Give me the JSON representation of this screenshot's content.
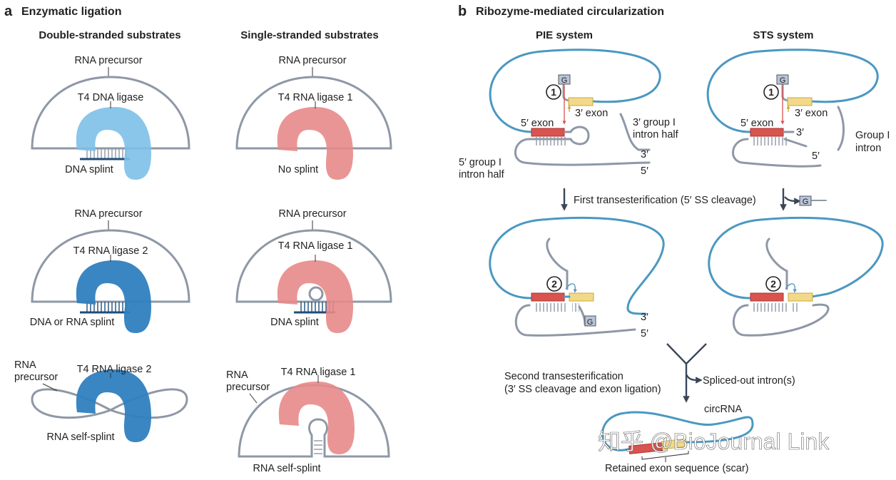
{
  "panel_a": {
    "letter": "a",
    "title": "Enzymatic ligation",
    "col_left": "Double-stranded substrates",
    "col_right": "Single-stranded substrates",
    "a1": {
      "precursor": "RNA precursor",
      "enzyme": "T4 DNA ligase",
      "splint": "DNA splint"
    },
    "a2": {
      "precursor": "RNA precursor",
      "enzyme": "T4 RNA ligase 1",
      "splint": "No splint"
    },
    "a3": {
      "precursor": "RNA precursor",
      "enzyme": "T4 RNA ligase 2",
      "splint": "DNA or RNA splint"
    },
    "a4": {
      "precursor": "RNA precursor",
      "enzyme": "T4 RNA ligase 1",
      "splint": "DNA splint"
    },
    "a5": {
      "precursor_line1": "RNA",
      "precursor_line2": "precursor",
      "enzyme": "T4 RNA ligase 2",
      "splint": "RNA self-splint"
    },
    "a6": {
      "precursor_line1": "RNA",
      "precursor_line2": "precursor",
      "enzyme": "T4 RNA ligase 1",
      "splint": "RNA self-splint"
    }
  },
  "panel_b": {
    "letter": "b",
    "title": "Ribozyme-mediated circularization",
    "col_left": "PIE system",
    "col_right": "STS system",
    "g": "G",
    "step1": "1",
    "step2": "2",
    "exon3": "3′ exon",
    "exon5": "5′ exon",
    "intron3_line1": "3′ group I",
    "intron3_line2": "intron half",
    "intron5_line1": "5′ group I",
    "intron5_line2": "intron half",
    "end3": "3′",
    "end5": "5′",
    "group_intron_line1": "Group I",
    "group_intron_line2": "intron",
    "step1_label": "First transesterification (5′ SS cleavage)",
    "step2_label_line1": "Second transesterification",
    "step2_label_line2": "(3′ SS cleavage and exon ligation)",
    "spliced_out": "Spliced-out intron(s)",
    "circrna": "circRNA",
    "scar": "Retained exon sequence (scar)"
  },
  "watermark": "知乎 @BioJournal Link"
}
